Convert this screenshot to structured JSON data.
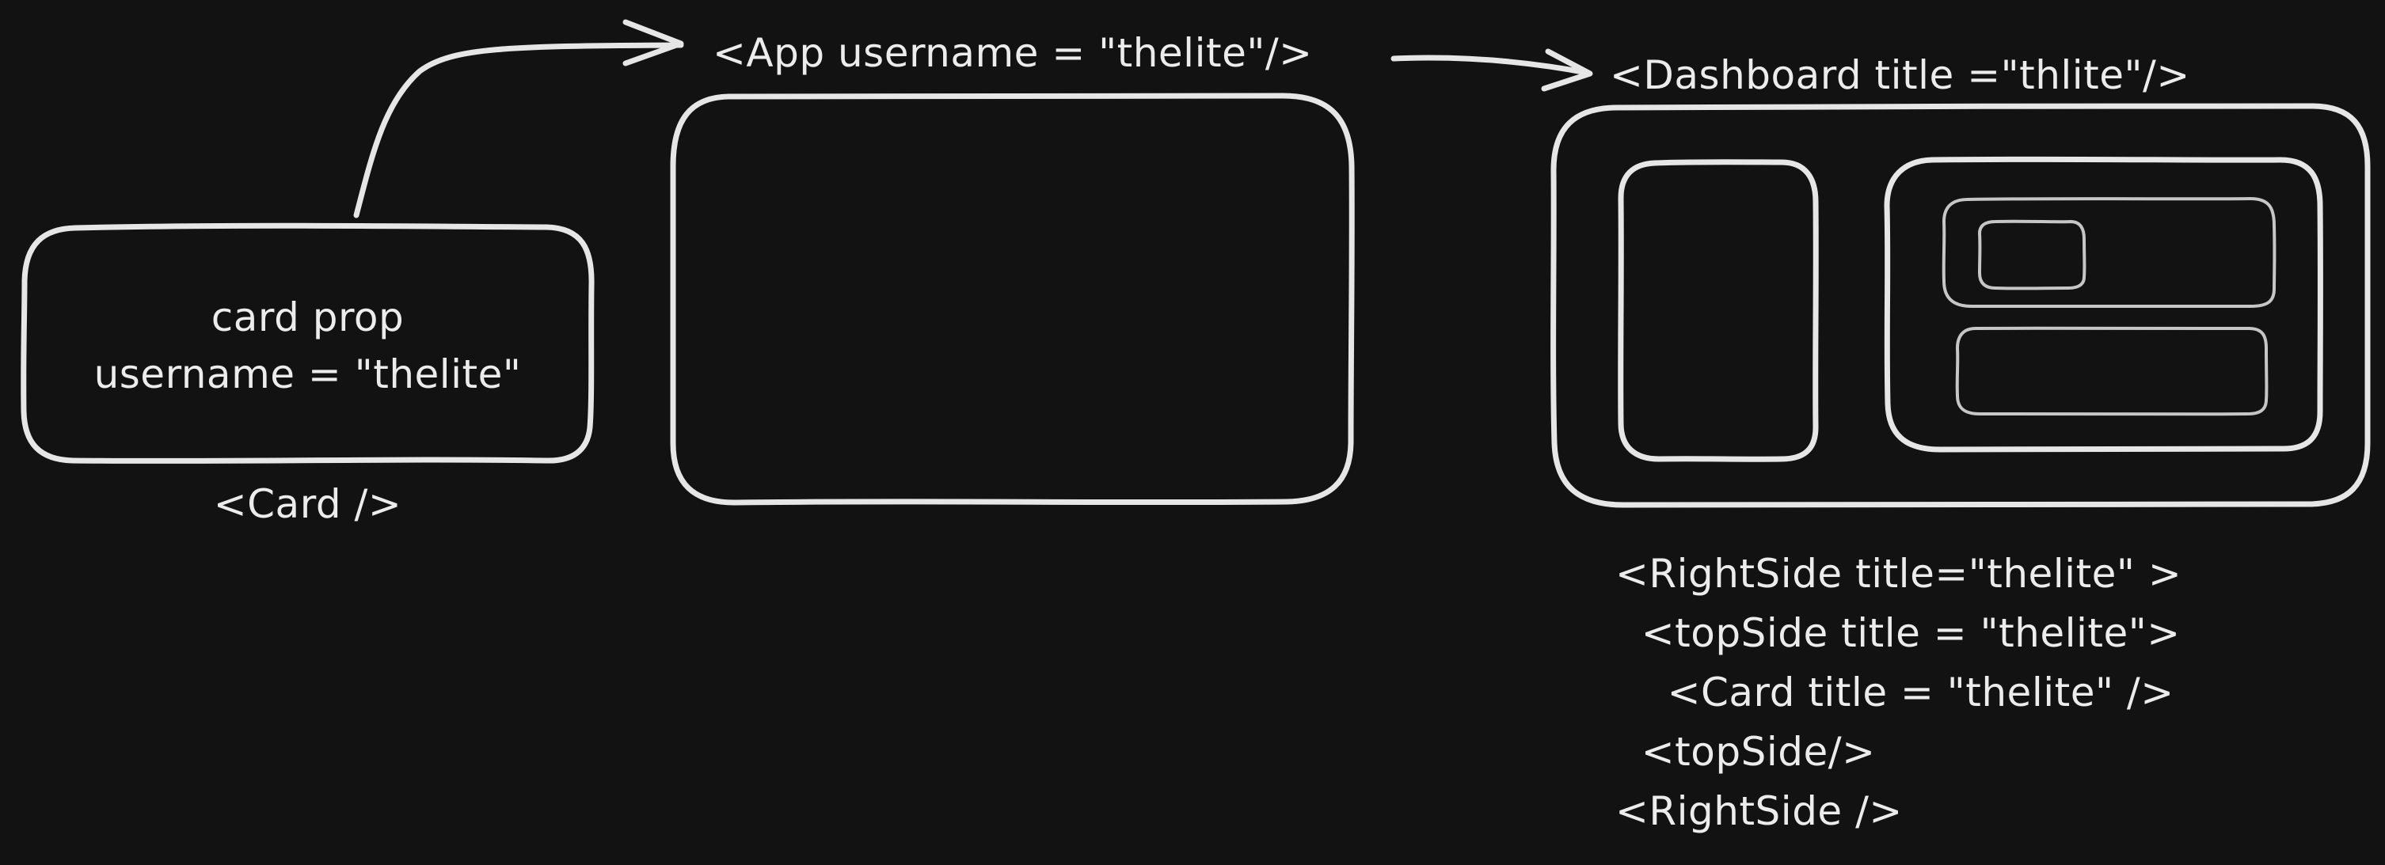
{
  "card_box": {
    "line1": "card prop",
    "line2": "username = \"thelite\"",
    "caption": "<Card />"
  },
  "app": {
    "label": "<App username = \"thelite\"/>"
  },
  "dashboard": {
    "label": "<Dashboard title =\"thlite\"/>"
  },
  "code_lines": [
    "<RightSide title=\"thelite\" >",
    "  <topSide title = \"thelite\">",
    "    <Card title = \"thelite\" />",
    "  <topSide/>",
    "<RightSide />"
  ],
  "colors": {
    "background": "#121212",
    "stroke": "#e6e6e6",
    "text": "#ececec"
  }
}
